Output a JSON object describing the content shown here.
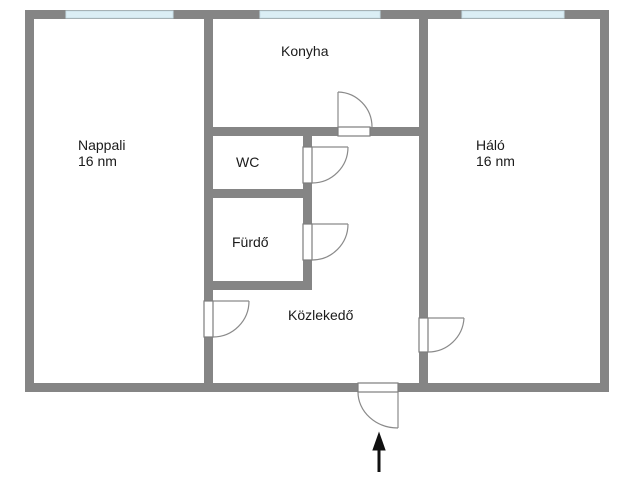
{
  "rooms": {
    "konyha": {
      "name": "Konyha"
    },
    "nappali": {
      "name": "Nappali",
      "area": "16 nm"
    },
    "halo": {
      "name": "Háló",
      "area": "16 nm"
    },
    "wc": {
      "name": "WC"
    },
    "furdo": {
      "name": "Fürdő"
    },
    "kozlekedo": {
      "name": "Közlekedő"
    }
  },
  "colors": {
    "wall": "#858585",
    "window": "#dbeef5",
    "background": "#ffffff",
    "arrow": "#111111"
  },
  "icons": {
    "entrance": "entrance-arrow-icon"
  }
}
